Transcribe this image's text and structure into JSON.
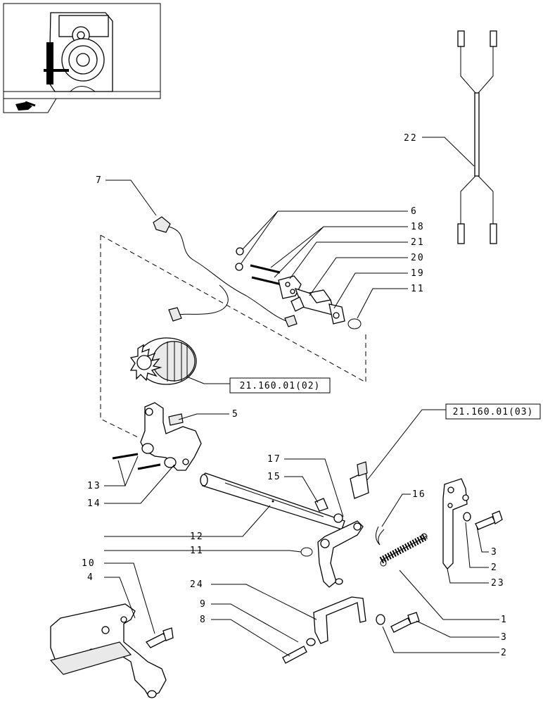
{
  "labels": {
    "l1": "1",
    "l2a": "2",
    "l2b": "2",
    "l3a": "3",
    "l3b": "3",
    "l4": "4",
    "l5": "5",
    "l6": "6",
    "l7": "7",
    "l8": "8",
    "l9": "9",
    "l10": "10",
    "l11a": "11",
    "l11b": "11",
    "l12": "12",
    "l13": "13",
    "l14": "14",
    "l15": "15",
    "l16": "16",
    "l17": "17",
    "l18": "18",
    "l19": "19",
    "l20": "20",
    "l21": "21",
    "l22": "22",
    "l23": "23",
    "l24": "24"
  },
  "references": {
    "ref1": "21.160.01(02)",
    "ref2": "21.160.01(03)"
  }
}
